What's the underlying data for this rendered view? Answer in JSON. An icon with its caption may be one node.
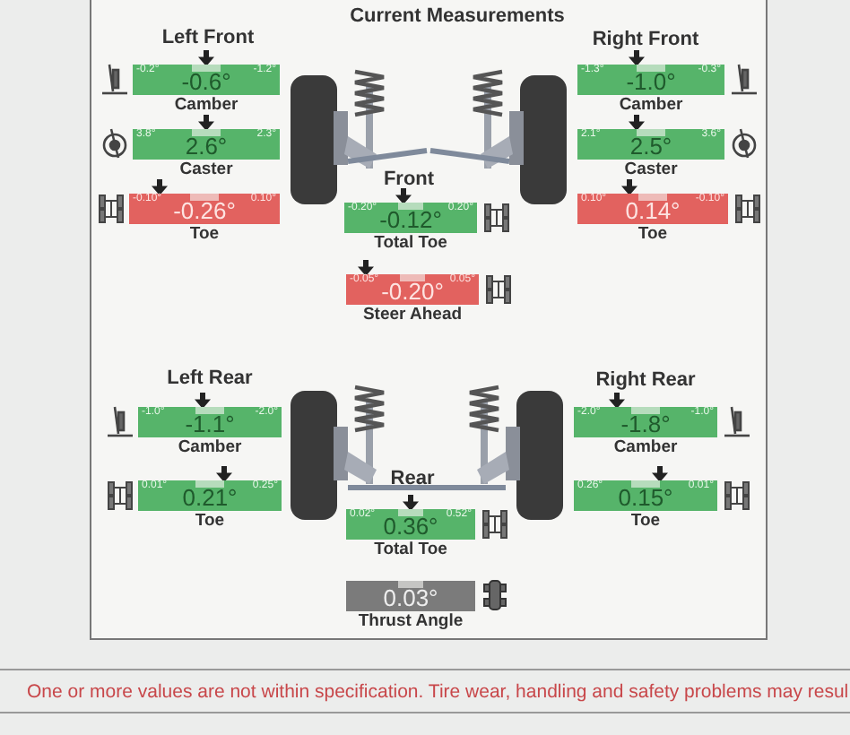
{
  "diagram": {
    "title": "Current Measurements",
    "nodes": [
      {
        "text": [
          "-0.2°",
          "-0.6°",
          "-1.2°"
        ],
        "beside": [
          "Camber"
        ]
      },
      {
        "text": [
          "3.8°",
          "2.6°",
          "2.3°"
        ],
        "beside": [
          "Caster"
        ]
      },
      {
        "text": [
          "-0.10°",
          "-0.26°",
          "0.10°"
        ],
        "beside": [
          "Toe"
        ]
      },
      {
        "text": [
          "-1.3°",
          "-1.0°",
          "-0.3°"
        ],
        "beside": [
          "Camber"
        ]
      },
      {
        "text": [
          "2.1°",
          "2.5°",
          "3.6°"
        ],
        "beside": [
          "Caster"
        ]
      },
      {
        "text": [
          "0.10°",
          "0.14°",
          "-0.10°"
        ],
        "beside": [
          "Toe"
        ]
      },
      {
        "text": [
          "-0.20°",
          "-0.12°",
          "0.20°"
        ],
        "beside": [
          "Total Toe"
        ]
      },
      {
        "text": [
          "-0.05°",
          "-0.20°",
          "0.05°"
        ],
        "beside": [
          "Steer Ahead"
        ]
      },
      {
        "text": [
          "-1.0°",
          "-1.1°",
          "-2.0°"
        ],
        "beside": [
          "Camber"
        ]
      },
      {
        "text": [
          "0.01°",
          "0.21°",
          "0.25°"
        ],
        "beside": [
          "Toe"
        ]
      },
      {
        "text": [
          "-2.0°",
          "-1.8°",
          "-1.0°"
        ],
        "beside": [
          "Camber"
        ]
      },
      {
        "text": [
          "0.26°",
          "0.15°",
          "0.01°"
        ],
        "beside": [
          "Toe"
        ]
      },
      {
        "text": [
          "0.02°",
          "0.36°",
          "0.52°"
        ],
        "beside": [
          "Total Toe"
        ]
      },
      {
        "text": [
          "0.03°"
        ],
        "beside": [
          "Thrust Angle"
        ]
      }
    ],
    "labels": [
      "Left Front",
      "Right Front",
      "Front",
      "Left Rear",
      "Right Rear",
      "Rear",
      "One or more values are not within specification.  Tire wear, handling and safety problems may resul"
    ]
  }
}
